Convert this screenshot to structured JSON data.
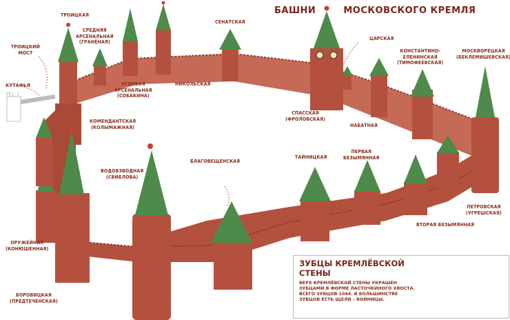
{
  "title": {
    "part1": "БАШНИ",
    "part2": "МОСКОВСКОГО КРЕМЛЯ"
  },
  "towers": {
    "troitskaya": "ТРОИЦКАЯ",
    "srednyaya": "СРЕДНЯЯ\nАРСЕНАЛЬНАЯ\n(ГРАНЁНАЯ)",
    "senatskaya": "СЕНАТСКАЯ",
    "tsarskaya": "ЦАРСКАЯ",
    "troitsky_most": "ТРОИЦКИЙ\nМОСТ",
    "kutafya": "КУТАФЬЯ",
    "uglovaya": "УГЛОВАЯ\nАРСЕНАЛЬНАЯ\n(СОБАКИНА)",
    "nikolskaya": "НИКОЛЬСКАЯ",
    "konstantino": "КОНСТАНТИНО-\nЕЛЕНИНСКАЯ\n(ТИМОФЕЕВСКАЯ)",
    "moskvoretskaya": "МОСКВОРЕЦКАЯ\n(БЕКЛЕМИШЕВСКАЯ)",
    "komendantskaya": "КОМЕНДАНТСКАЯ\n(КОЛЫМАЖНАЯ)",
    "spasskaya": "СПАССКАЯ\n(ФРОЛОВСКАЯ)",
    "nabatnaya": "НАБАТНАЯ",
    "vodovzvodnaya": "ВОДОВЗВОДНАЯ\n(СВИБЛОВА)",
    "blagoveshchenskaya": "БЛАГОВЕЩЕНСКАЯ",
    "taynitskaya": "ТАЙНИЦКАЯ",
    "pervaya": "ПЕРВАЯ\nБЕЗЫМЯННАЯ",
    "petrovskaya": "ПЕТРОВСКАЯ\n(УГРЕШСКАЯ)",
    "vtoraya": "ВТОРАЯ БЕЗЫМЯННАЯ",
    "oruzheynaya": "ОРУЖЕЙНАЯ\n(КОНЮШЕННАЯ)",
    "borovitskaya": "БОРОВИЦКАЯ\n(ПРЕДТЕЧЕНСКАЯ)"
  },
  "info": {
    "heading": "ЗУБЦЫ КРЕМЛЁВСКОЙ\nСТЕНЫ",
    "text": "ВЕРХ КРЕМЛЁВСКОЙ СТЕНЫ УКРАШЕН ЗУБЦАМИ В ФОРМЕ ЛАСТОЧКИНОГО ХВОСТА. ВСЕГО ЗУБЦОВ 1044. В БОЛЬШИНСТВЕ ЗУБЦОВ ЕСТЬ ЩЕЛИ – БОЙНИЦЫ."
  },
  "colors": {
    "wall": "#b4513e",
    "wall_dark": "#8f3a2b",
    "roof": "#4e8a4a",
    "roof_dark": "#356b35",
    "star": "#d33a2a",
    "text": "#8a2c1c"
  }
}
